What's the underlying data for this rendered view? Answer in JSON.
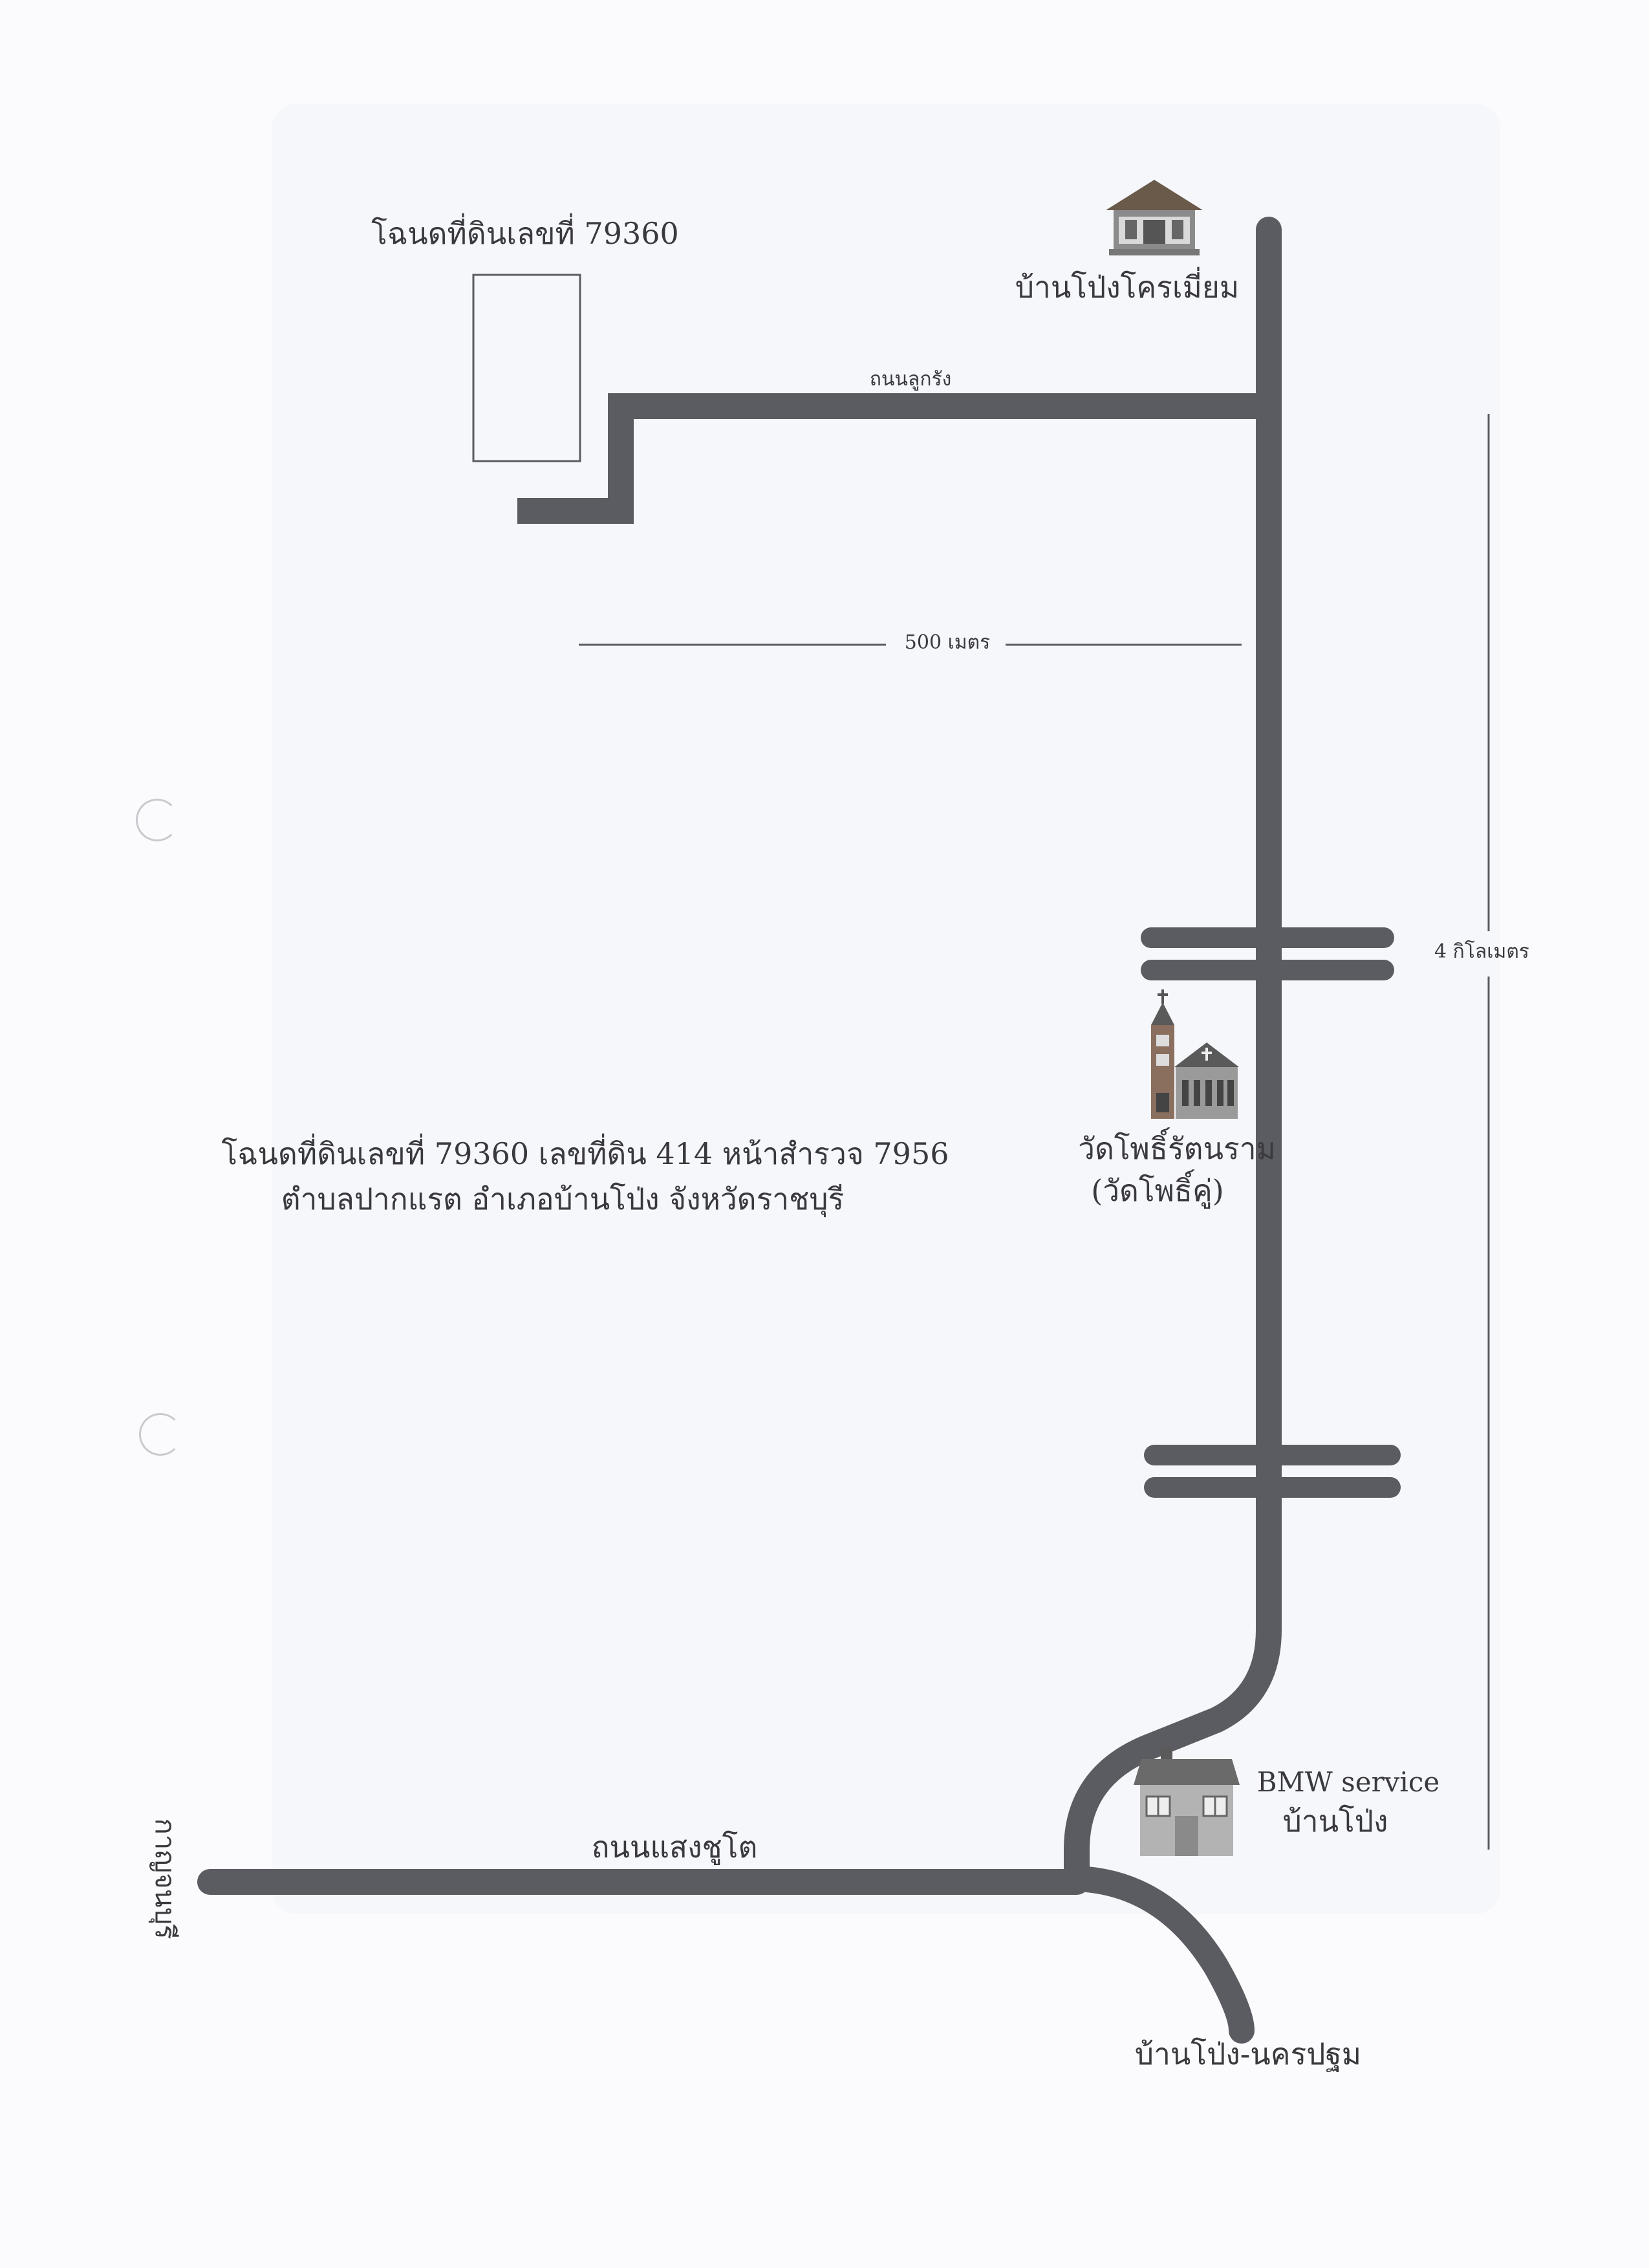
{
  "map": {
    "land_title": "โฉนดที่ดินเลขที่ 79360",
    "destination_village": "บ้านโป่งโครเมี่ยม",
    "side_road": "ถนนลูกรัง",
    "side_distance": "500 เมตร",
    "main_distance": "4 กิโลเมตร",
    "temple_name": "วัดโพธิ์รัตนราม",
    "temple_alt": "(วัดโพธิ์คู่)",
    "deed_line1": "โฉนดที่ดินเลขที่ 79360 เลขที่ดิน 414 หน้าสำรวจ 7956",
    "deed_line2": "ตำบลปากแรต อำเภอบ้านโป่ง จังหวัดราชบุรี",
    "service_line1": "BMW service",
    "service_line2": "บ้านโป่ง",
    "main_road": "ถนนแสงชูโต",
    "to_left": "กาญจนบุรี",
    "to_bottom": "บ้านโป่ง-นครปฐม"
  },
  "icons": [
    "house-icon",
    "temple-icon",
    "shop-icon"
  ],
  "colors": {
    "road": "#5b5b62",
    "paper": "#fbfbfd",
    "text": "#3a3a3e"
  }
}
